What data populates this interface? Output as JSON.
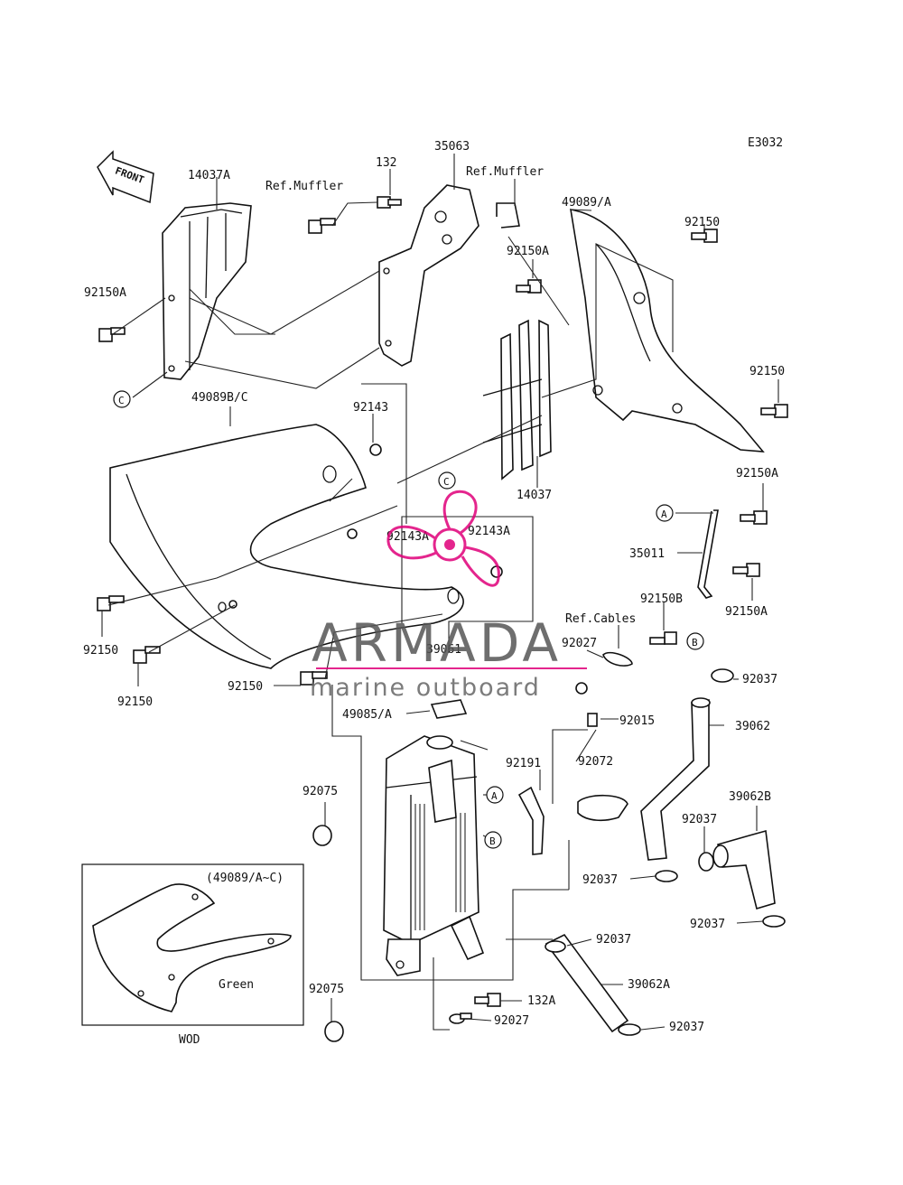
{
  "diagram": {
    "code": "E3032",
    "front_label": "FRONT",
    "inset_label": "WOD",
    "inset_note": "(49089/A~C)",
    "inset_color": "Green"
  },
  "callouts": {
    "A": "A",
    "B": "B",
    "C": "C"
  },
  "parts": {
    "p14037A": "14037A",
    "p92150A_l": "92150A",
    "pRefMuffler1": "Ref.Muffler",
    "p132": "132",
    "p35063": "35063",
    "pRefMuffler2": "Ref.Muffler",
    "p49089A": "49089/A",
    "p92150_tr": "92150",
    "p92150A_m": "92150A",
    "p92150_r": "92150",
    "p49089BC": "49089B/C",
    "p92143": "92143",
    "p14037": "14037",
    "p92150A_r1": "92150A",
    "p92143A_1": "92143A",
    "p92143A_2": "92143A",
    "p35011": "35011",
    "p92150A_r2": "92150A",
    "p92150B": "92150B",
    "pRefCables": "Ref.Cables",
    "p92027_t": "92027",
    "p39061": "39061",
    "p92150_l1": "92150",
    "p92150_l2": "92150",
    "p92150_l3": "92150",
    "p92037_1": "92037",
    "p49085A": "49085/A",
    "p92015": "92015",
    "p39062": "39062",
    "p92191": "92191",
    "p92072": "92072",
    "p92075_1": "92075",
    "p39062B": "39062B",
    "p92037_2": "92037",
    "p92037_3": "92037",
    "p92037_4": "92037",
    "p92037_5": "92037",
    "p39062A": "39062A",
    "p92075_2": "92075",
    "p132A": "132A",
    "p92027_b": "92027",
    "p92037_6": "92037"
  },
  "watermark": {
    "brand": "ARMADA",
    "tagline": "marine outboard",
    "color": "#e0007a"
  }
}
